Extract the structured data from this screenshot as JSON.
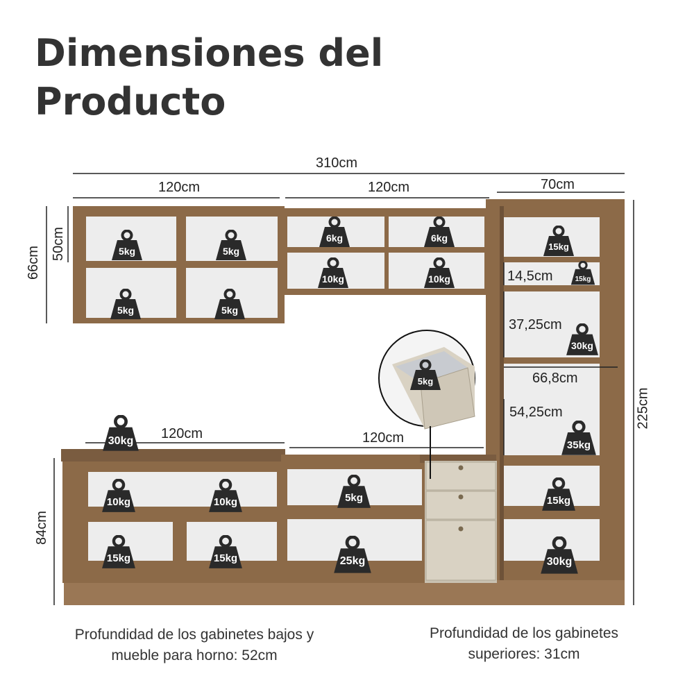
{
  "title": {
    "line1": "Dimensiones del",
    "line2": "Producto"
  },
  "dimensions": {
    "total_width": "310cm",
    "upper_left_width": "120cm",
    "upper_mid_width": "120cm",
    "tower_width": "70cm",
    "upper_height": "66cm",
    "upper_inner_height": "50cm",
    "tower_height": "225cm",
    "lower_height": "84cm",
    "lower_left_width": "120cm",
    "lower_mid_width": "120cm",
    "tower_shelf_1": "14,5cm",
    "tower_shelf_2": "37,25cm",
    "tower_inner_width": "66,8cm",
    "tower_shelf_3": "54,25cm"
  },
  "weights": {
    "ul_1": "5kg",
    "ul_2": "5kg",
    "ul_3": "5kg",
    "ul_4": "5kg",
    "um_1": "6kg",
    "um_2": "6kg",
    "um_3": "10kg",
    "um_4": "10kg",
    "t_1": "15kg",
    "t_2": "15kg",
    "t_3": "30kg",
    "t_4": "35kg",
    "drawer": "5kg",
    "counter": "30kg",
    "ll_1": "10kg",
    "ll_2": "10kg",
    "ll_3": "15kg",
    "ll_4": "15kg",
    "lm_1": "5kg",
    "lm_2": "25kg",
    "t_5": "15kg",
    "t_6": "30kg"
  },
  "notes": {
    "lower_depth": "Profundidad de los gabinetes bajos y mueble para horno: 52cm",
    "upper_depth": "Profundidad de los gabinetes superiores: 31cm"
  },
  "colors": {
    "wood": "#8c6a48",
    "wood_dark": "#6e5238",
    "interior": "#ededed",
    "cream": "#d9d2c3",
    "weight": "#2a2a2a"
  }
}
